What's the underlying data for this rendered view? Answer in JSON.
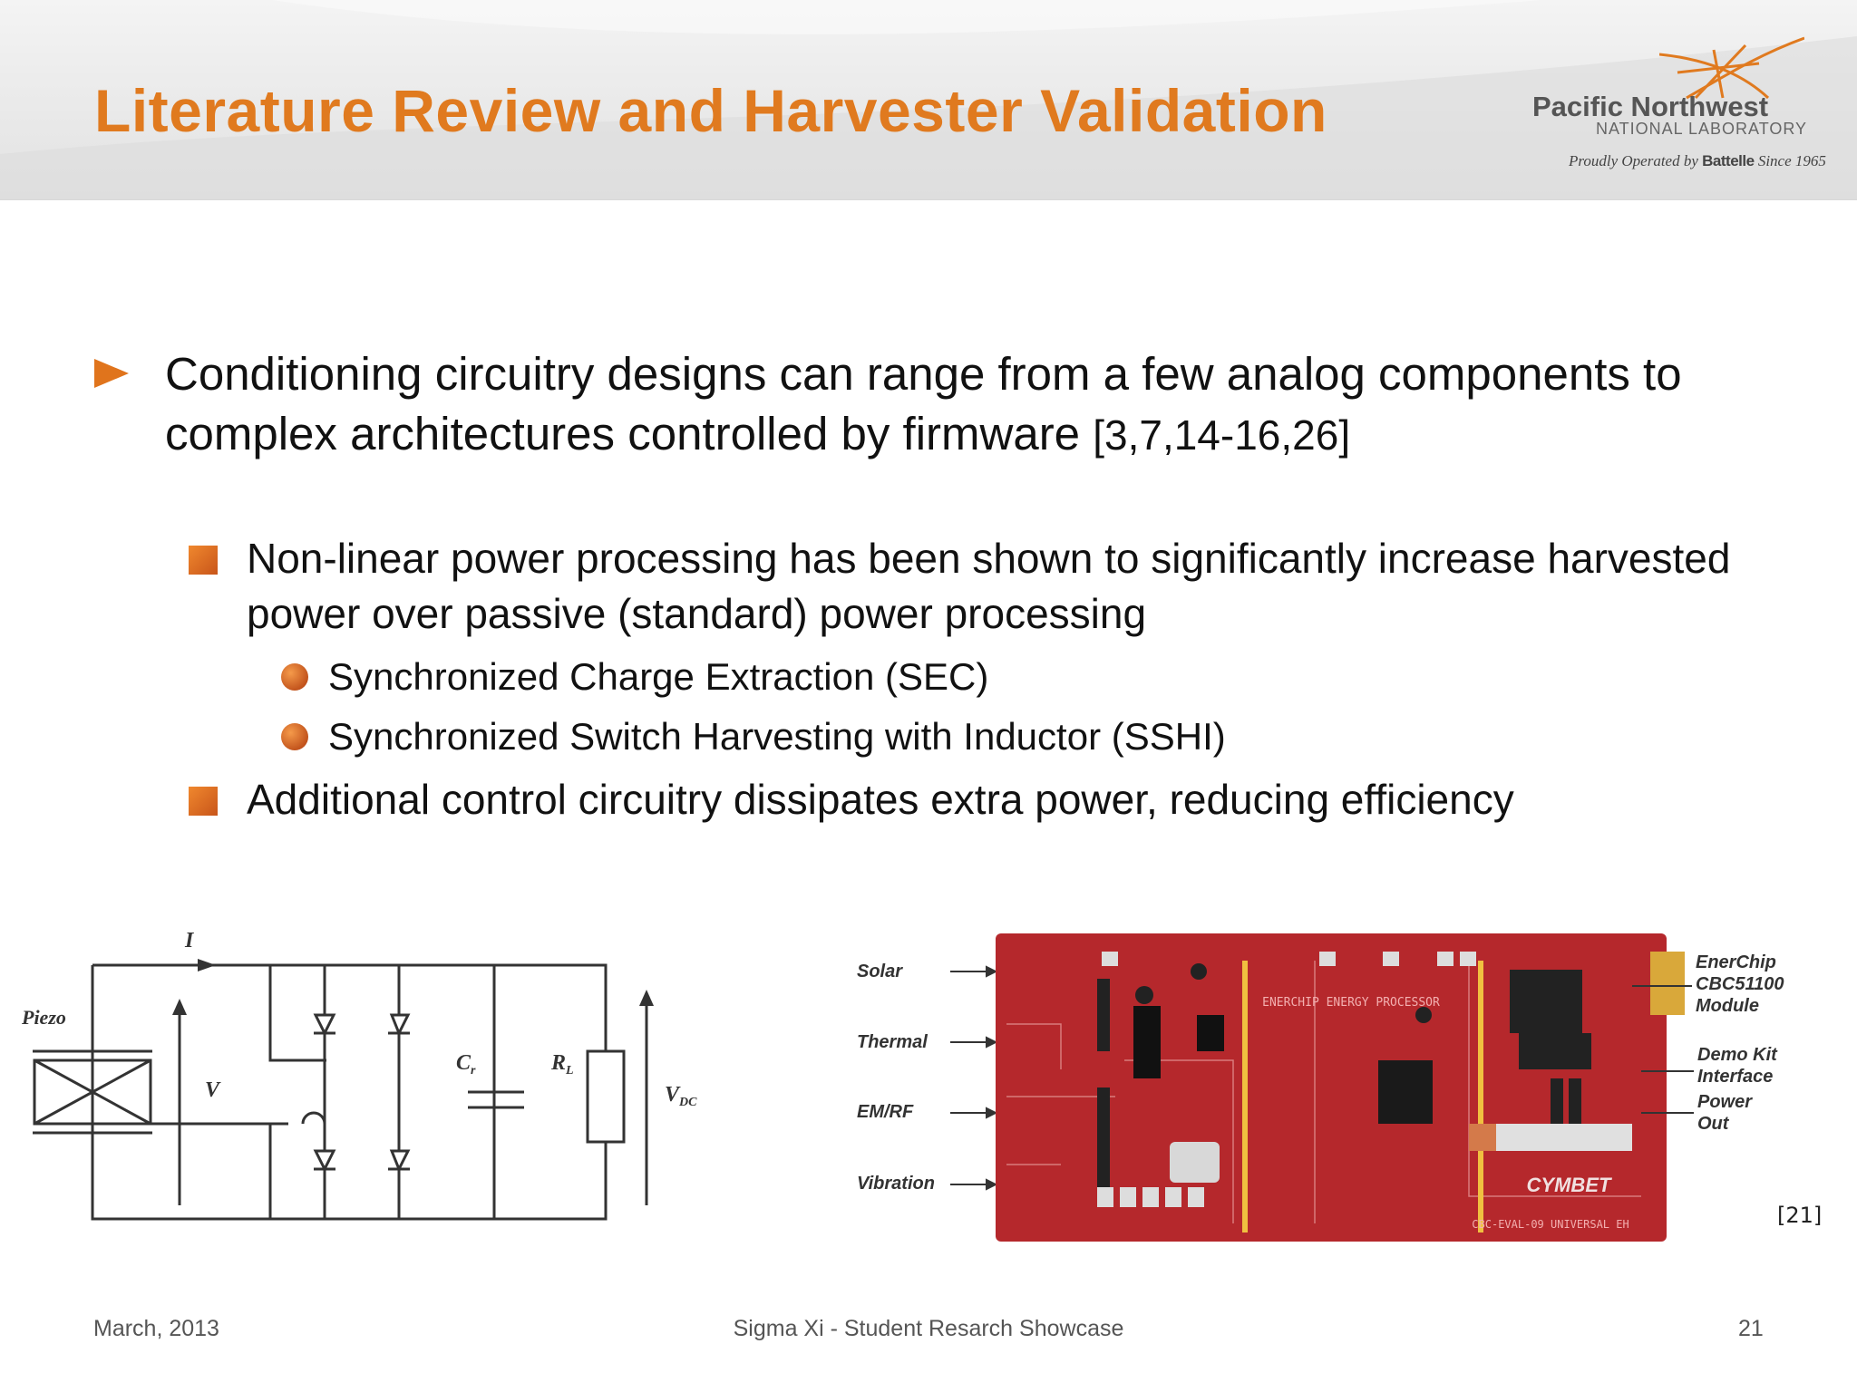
{
  "header": {
    "title": "Literature Review and Harvester Validation",
    "logo_name": "Pacific Northwest",
    "logo_sub": "NATIONAL LABORATORY",
    "logo_tag_pre": "Proudly Operated by",
    "logo_tag_brand": "Battelle",
    "logo_tag_post": "Since 1965"
  },
  "bullets": {
    "main_text": "Conditioning circuitry designs can range from a few analog components to complex architectures controlled by firmware",
    "main_ref": "[3,7,14-16,26]",
    "sub1": "Non-linear power processing has been shown to significantly increase harvested power over passive (standard) power processing",
    "sub1_items": [
      "Synchronized Charge Extraction (SEC)",
      "Synchronized Switch Harvesting with Inductor (SSHI)"
    ],
    "sub2": "Additional control circuitry dissipates extra power, reducing efficiency"
  },
  "circuit": {
    "label_piezo": "Piezo",
    "label_i": "I",
    "label_v": "V",
    "label_cr": "C",
    "label_cr_sub": "r",
    "label_rl": "R",
    "label_rl_sub": "L",
    "label_vdc": "V",
    "label_vdc_sub": "DC"
  },
  "board": {
    "inputs": [
      "Solar",
      "Thermal",
      "EM/RF",
      "Vibration"
    ],
    "outputs": [
      "EnerChip",
      "CBC51100",
      "Module",
      "Demo Kit",
      "Interface",
      "Power",
      "Out"
    ],
    "silk_center": "ENERCHIP ENERGY PROCESSOR",
    "brand": "CYMBET",
    "part": "CBC-EVAL-09 UNIVERSAL EH",
    "ref": "[21]"
  },
  "footer": {
    "date": "March, 2013",
    "event": "Sigma Xi - Student Resarch Showcase",
    "page": "21"
  },
  "colors": {
    "accent": "#e07a1f",
    "board": "#b82a2e",
    "text": "#111111"
  }
}
